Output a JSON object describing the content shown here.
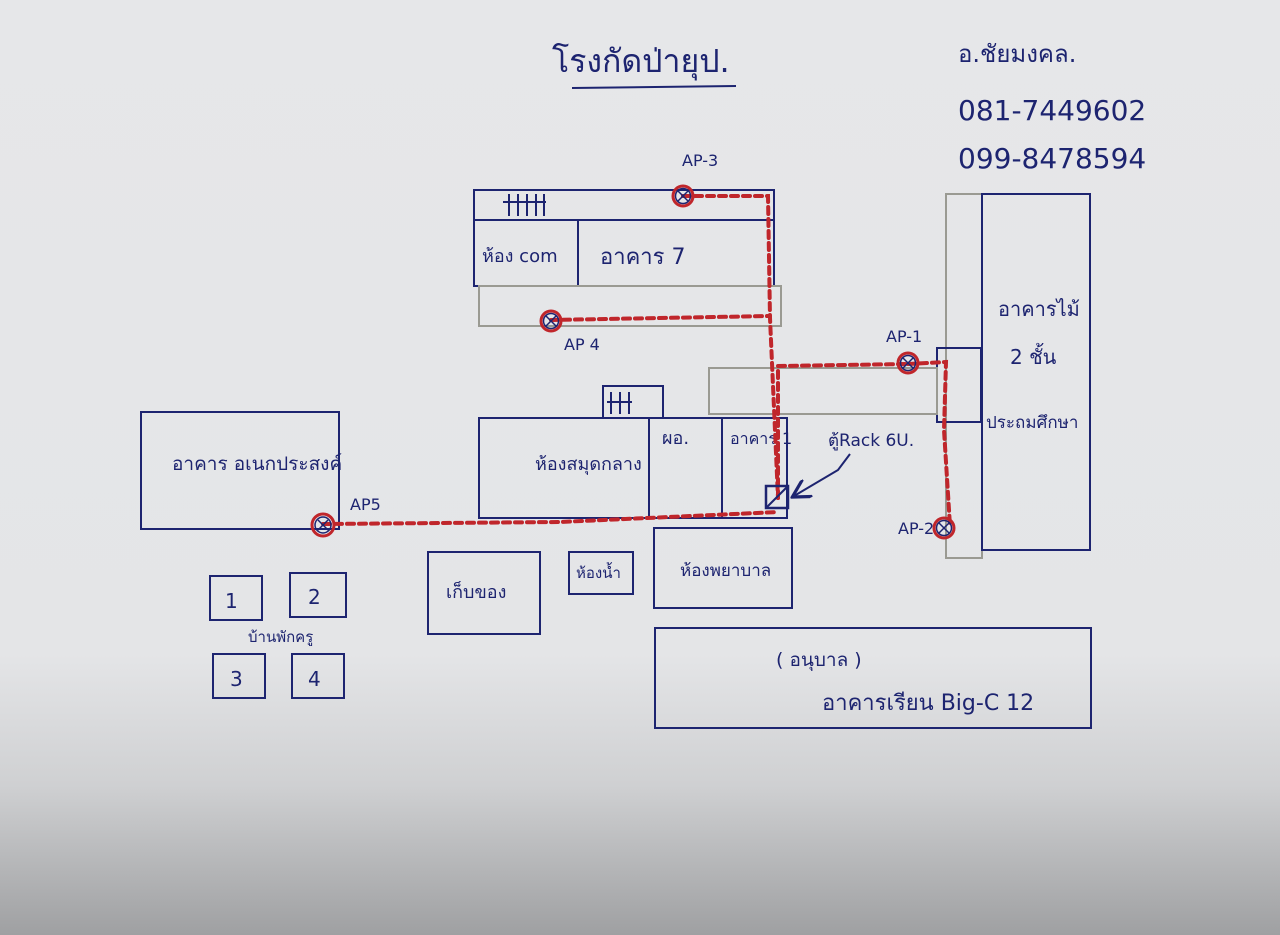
{
  "title": "โรงกัดป่ายุป.",
  "contact": {
    "name": "อ.ชัยมงคล.",
    "phone1": "081-7449602",
    "phone2": "099-8478594"
  },
  "buildings": {
    "b7_com": "ห้อง com",
    "b7": "อาคาร 7",
    "admin": "อาคาร อเนกประสงค์",
    "library": "ห้องสมุดกลาง",
    "office": "ผอ.",
    "b1": "อาคาร 1",
    "wood2": "อาคารไม้",
    "wood2_floor": "2 ชั้น",
    "wood2_sub": "ประถมศึกษา",
    "store": "เก็บของ",
    "toilet": "ห้องน้ำ",
    "lab": "ห้องพยาบาล",
    "bigc_note": "( อนุบาล )",
    "bigc": "อาคารเรียน Big-C 12",
    "dorm_label": "บ้านพักครู",
    "dorm1": "1",
    "dorm2": "2",
    "dorm3": "3",
    "dorm4": "4"
  },
  "access_points": {
    "ap1": "AP-1",
    "ap2": "AP-2",
    "ap3": "AP-3",
    "ap4": "AP 4",
    "ap5": "AP5"
  },
  "rack_label": "ตู้Rack 6U.",
  "colors": {
    "ink": "#1d2470",
    "cable": "#c0262b",
    "pencil": "#9a9a92"
  }
}
